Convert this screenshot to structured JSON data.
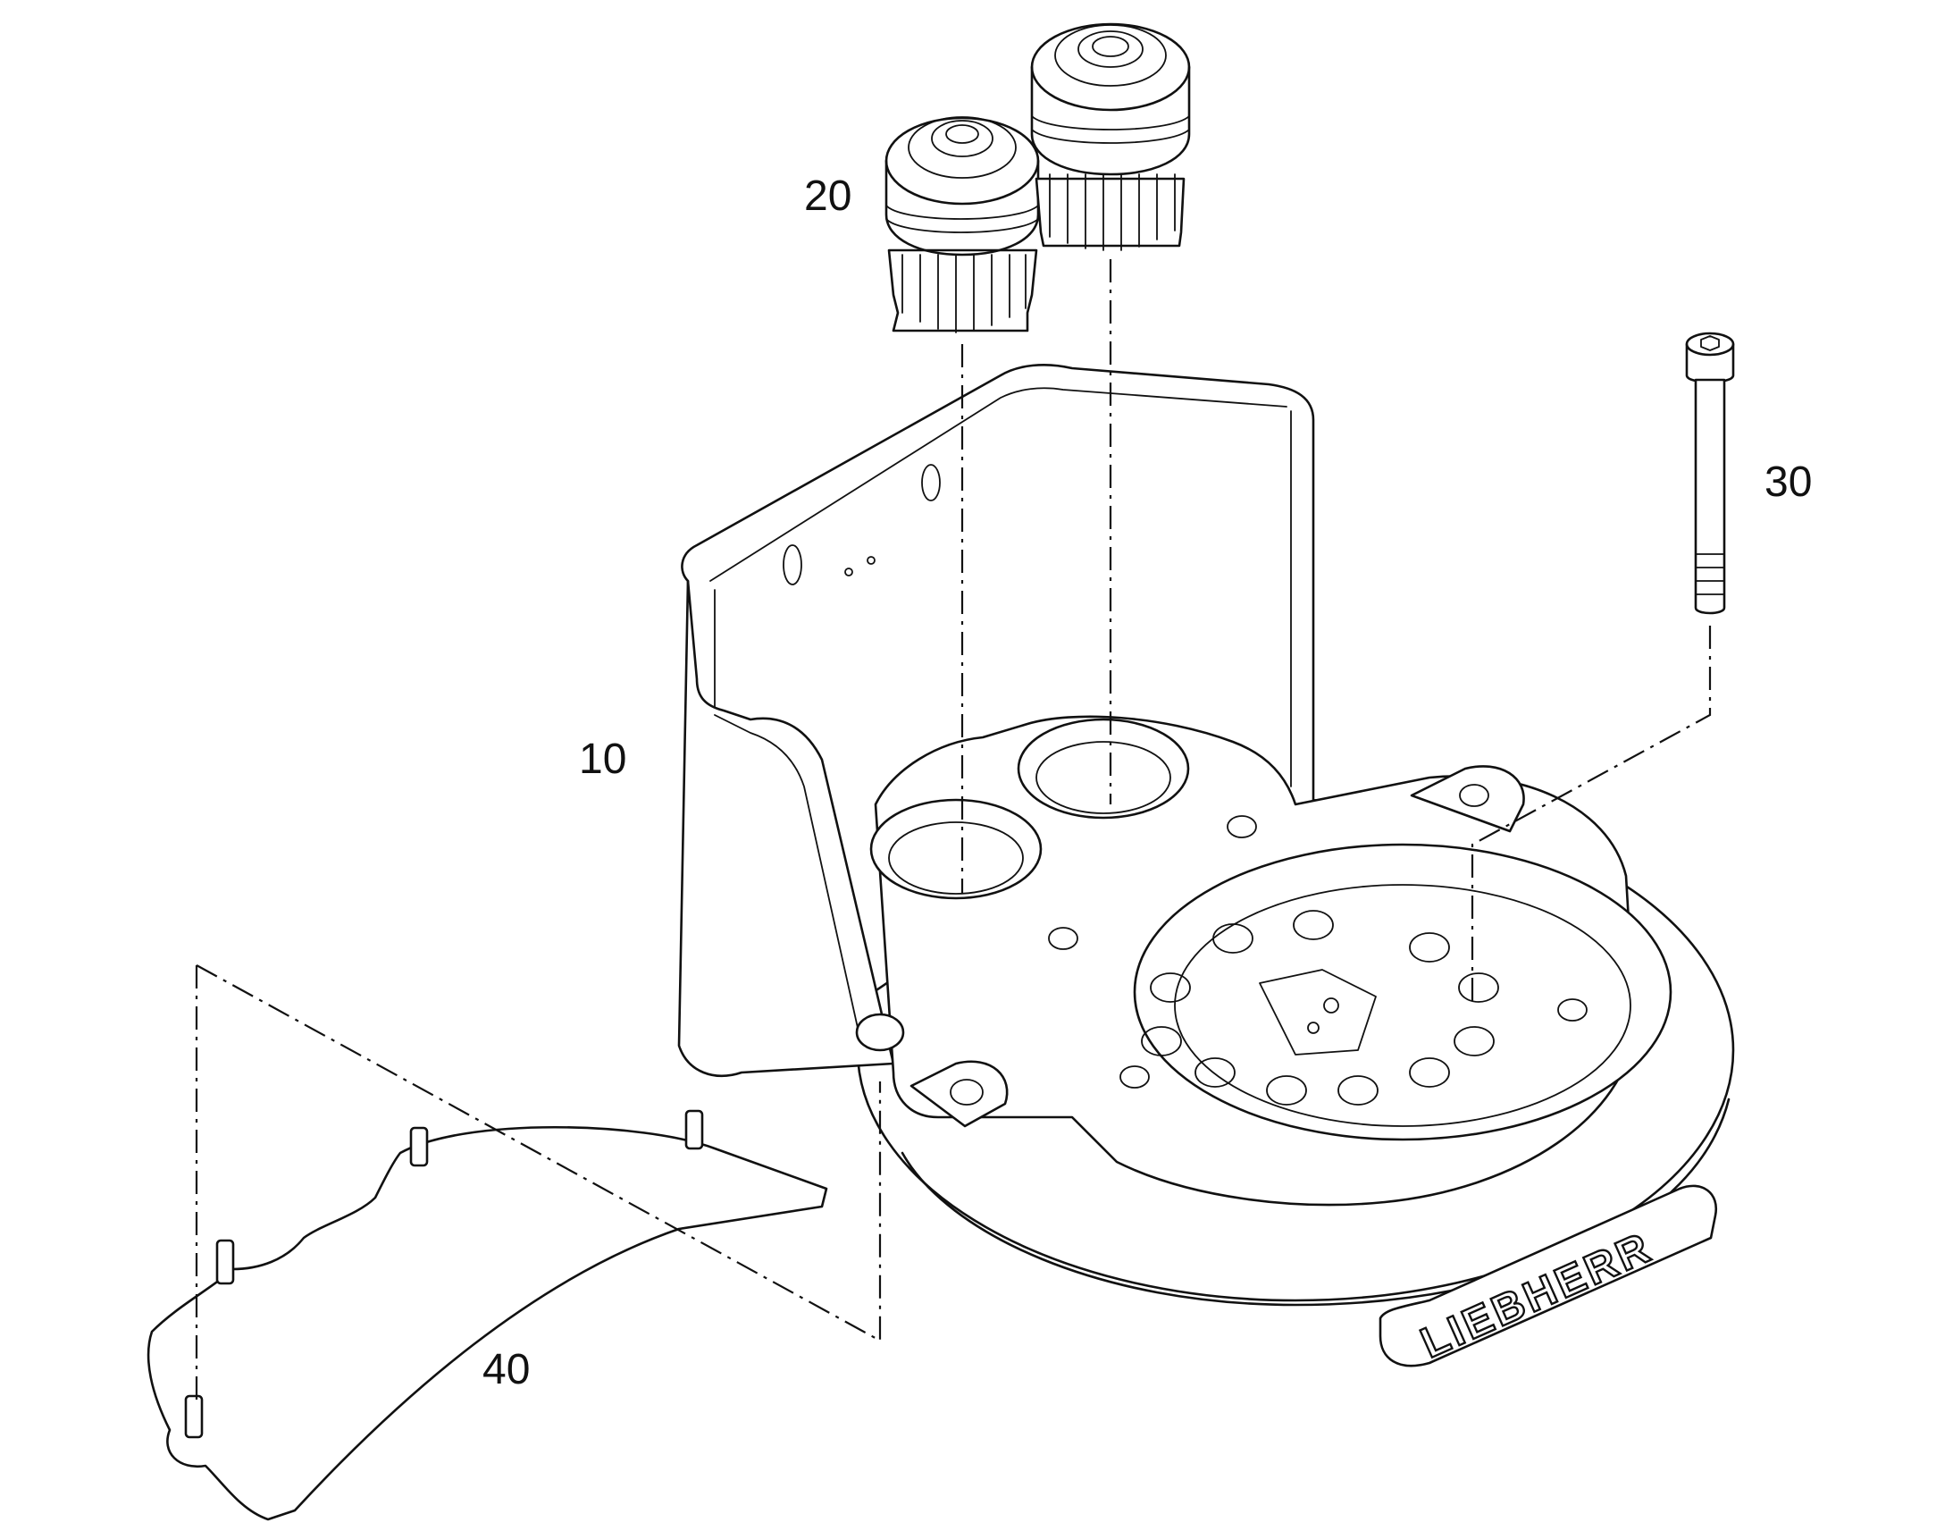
{
  "labels": {
    "part_10": "10",
    "part_20": "20",
    "part_30": "30",
    "part_40": "40"
  },
  "brand_text": "LIEBHERR",
  "colors": {
    "line": "#111111",
    "background": "#ffffff"
  }
}
